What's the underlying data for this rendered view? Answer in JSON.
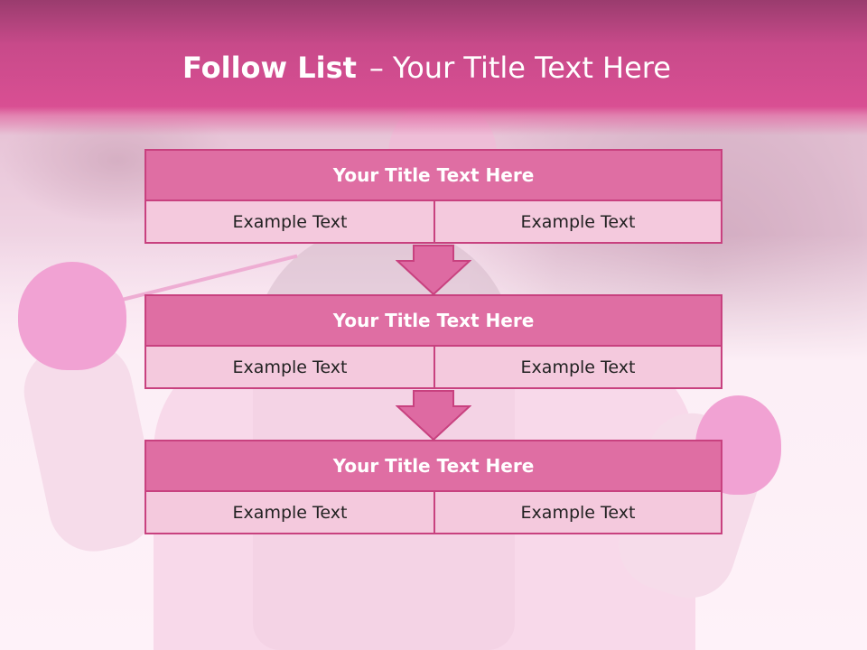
{
  "slide": {
    "title_bold": "Follow List",
    "title_separator": "–",
    "title_rest": "Your Title Text Here"
  },
  "blocks": [
    {
      "heading": "Your Title Text Here",
      "left_text": "Example Text",
      "right_text": "Example Text"
    },
    {
      "heading": "Your Title Text Here",
      "left_text": "Example Text",
      "right_text": "Example Text"
    },
    {
      "heading": "Your Title Text Here",
      "left_text": "Example Text",
      "right_text": "Example Text"
    }
  ],
  "colors": {
    "header": "#d94f93",
    "block_heading": "#df6ea3",
    "block_border": "#c8417f",
    "block_cell": "#f4c9dd",
    "arrow": "#de6aa2"
  },
  "icons": [
    "down-arrow-icon",
    "down-arrow-icon"
  ]
}
